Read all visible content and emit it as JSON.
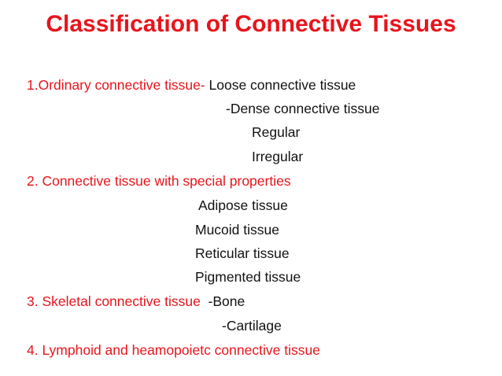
{
  "slide": {
    "title": "Classification of Connective Tissues",
    "colors": {
      "heading": "#e8141c",
      "body": "#111111",
      "background": "#ffffff"
    },
    "lines": {
      "l1_red": "1.Ordinary connective tissue-",
      "l1_black": " Loose connective tissue",
      "l2": "-Dense connective tissue",
      "l3": "Regular",
      "l4": "Irregular",
      "l5": "2. Connective tissue with special properties",
      "l6": "Adipose tissue",
      "l7": "Mucoid tissue",
      "l8": "Reticular tissue",
      "l9": "Pigmented tissue",
      "l10_red": "3. Skeletal connective tissue",
      "l10_black": "  -Bone",
      "l11": "-Cartilage",
      "l12": "4. Lymphoid and heamopoietc connective tissue"
    }
  }
}
